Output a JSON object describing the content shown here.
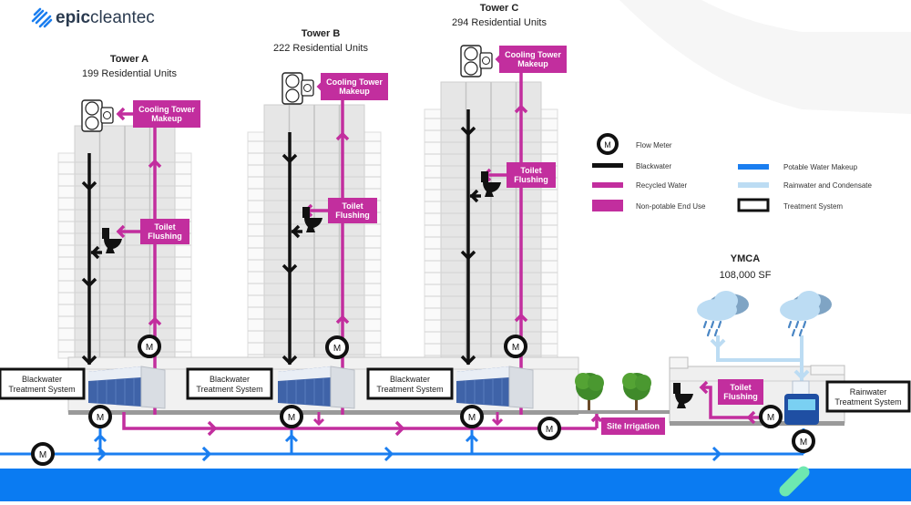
{
  "brand": {
    "logo_bold": "epic",
    "logo_light": "cleantec",
    "logo_icon": "epic-cleantec-logo-icon"
  },
  "colors": {
    "blackwater": "#111111",
    "recycled": "#c22e9e",
    "nonpotable_box": "#c22e9e",
    "potable": "#1a7ef0",
    "potable_main": "#0a7bf2",
    "rainwater": "#bcdcf3",
    "meter_ring": "#111111",
    "outfall": "#6ee8b0",
    "building_gray": "#e6e6e6",
    "container_blue": "#3f63a8"
  },
  "towers": [
    {
      "name": "Tower A",
      "units": "199 Residential Units",
      "cooling_label": [
        "Cooling Tower",
        "Makeup"
      ],
      "toilet_label": [
        "Toilet",
        "Flushing"
      ],
      "treatment_label": [
        "Blackwater",
        "Treatment System"
      ]
    },
    {
      "name": "Tower B",
      "units": "222 Residential Units",
      "cooling_label": [
        "Cooling Tower",
        "Makeup"
      ],
      "toilet_label": [
        "Toilet",
        "Flushing"
      ],
      "treatment_label": [
        "Blackwater",
        "Treatment System"
      ]
    },
    {
      "name": "Tower C",
      "units": "294 Residential Units",
      "cooling_label": [
        "Cooling Tower",
        "Makeup"
      ],
      "toilet_label": [
        "Toilet",
        "Flushing"
      ],
      "treatment_label": [
        "Blackwater",
        "Treatment System"
      ]
    }
  ],
  "ymca": {
    "name": "YMCA",
    "area": "108,000 SF",
    "toilet_label": [
      "Toilet",
      "Flushing"
    ],
    "treatment_label": [
      "Rainwater",
      "Treatment System"
    ]
  },
  "site_irrigation": "Site Irrigation",
  "meter_letter": "M",
  "legend": {
    "flow_meter": "Flow Meter",
    "items_left": [
      {
        "key": "blackwater",
        "label": "Blackwater"
      },
      {
        "key": "recycled",
        "label": "Recycled Water"
      },
      {
        "key": "nonpotable",
        "label": "Non-potable End Use"
      }
    ],
    "items_right": [
      {
        "key": "potable",
        "label": "Potable Water Makeup"
      },
      {
        "key": "rainwater",
        "label": "Rainwater and Condensate"
      },
      {
        "key": "treatment",
        "label": "Treatment System"
      }
    ]
  }
}
